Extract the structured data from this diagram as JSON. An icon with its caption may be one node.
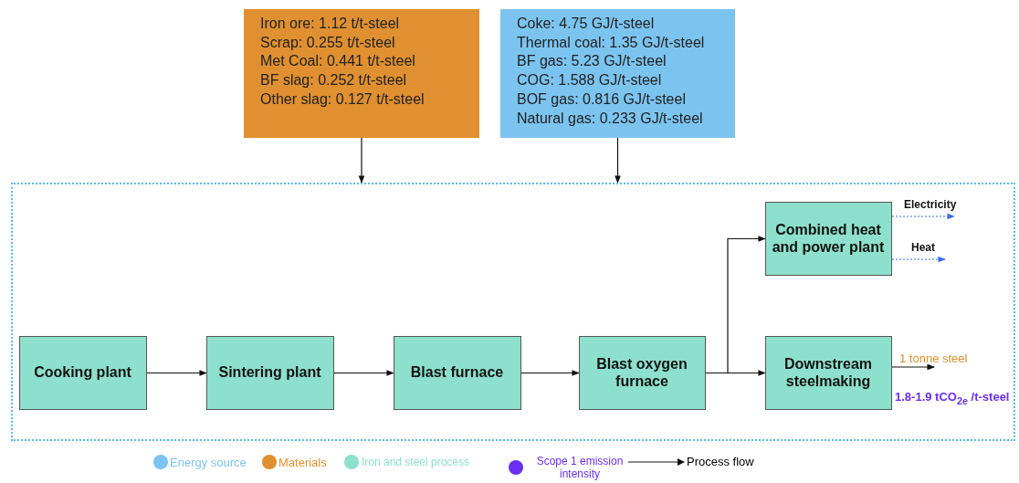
{
  "diagram": {
    "nodes": [
      {
        "text": [
          "Iron ore: 1.12 t/t-steel",
          "Scrap: 0.255 t/t-steel",
          "Met Coal: 0.441 t/t-steel",
          "BF slag: 0.252 t/t-steel",
          "Other slag: 0.127 t/t-steel"
        ]
      },
      {
        "text": [
          "Coke: 4.75 GJ/t-steel",
          "Thermal coal: 1.35 GJ/t-steel",
          "BF gas: 5.23 GJ/t-steel",
          "COG: 1.588 GJ/t-steel",
          "BOF gas: 0.816 GJ/t-steel",
          "Natural gas: 0.233 GJ/t-steel"
        ]
      },
      {
        "text": [],
        "shape": "box"
      },
      {
        "text": [
          "Cooking plant"
        ],
        "in": 2
      },
      {
        "text": [
          "Sintering plant"
        ],
        "in": 2
      },
      {
        "text": [
          "Blast furnace"
        ],
        "in": 2
      },
      {
        "text": [
          "Blast oxygen furnace"
        ],
        "in": 2
      },
      {
        "text": [
          "Combined heat and power plant"
        ],
        "in": 2
      },
      {
        "text": [
          "Downstream steelmaking"
        ],
        "in": 2
      }
    ],
    "edges": [
      {
        "from": 0,
        "to": 2,
        "arrow": "to"
      },
      {
        "from": 1,
        "to": 2,
        "arrow": "to"
      },
      {
        "from": 3,
        "to": 4,
        "arrow": "to"
      },
      {
        "from": 4,
        "to": 5,
        "arrow": "to"
      },
      {
        "from": 5,
        "to": 6,
        "arrow": "to"
      },
      {
        "from": 6,
        "to": 7,
        "arrow": "to"
      },
      {
        "from": 6,
        "to": 8,
        "arrow": "to"
      },
      {
        "from": 7,
        "to": null,
        "arrow": "to",
        "label": "Electricity",
        "style": "dashed",
        "color": "#3b6cf0"
      },
      {
        "from": 7,
        "to": null,
        "arrow": "to",
        "label": "Heat",
        "style": "dashed",
        "color": "#3b6cf0"
      },
      {
        "from": 8,
        "to": null,
        "arrow": "to",
        "label": "1 tonne steel"
      }
    ],
    "labels": [
      "1.8-1.9 tCO$_{2e}$ /t-steel"
    ],
    "legend": [
      {
        "text": "Energy source",
        "color": "#7cc4f0"
      },
      {
        "text": "Materials",
        "color": "#e09030"
      },
      {
        "text": "Iron and steel  process",
        "color": "#8de0cc"
      },
      {
        "text": "Scope 1 emission intensity",
        "color": "#6a2ff0"
      },
      {
        "text": "Process flow"
      }
    ]
  }
}
